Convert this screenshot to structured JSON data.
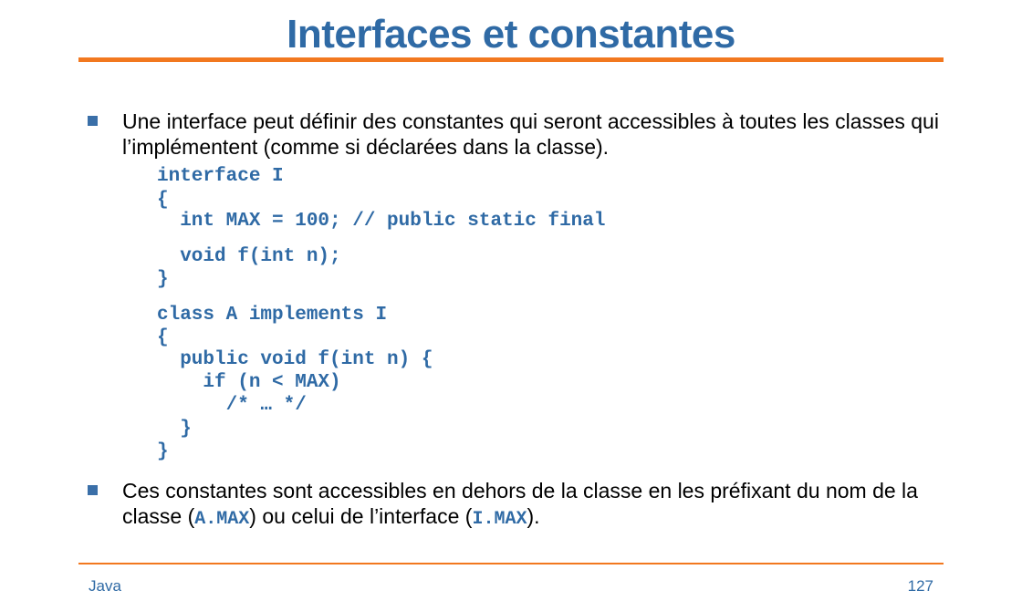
{
  "slide": {
    "title": "Interfaces et constantes",
    "bullet1": "Une interface peut définir des constantes qui seront accessibles à toutes les classes qui l’implémentent (comme si déclarées dans la classe).",
    "code": [
      "interface I",
      "{",
      "  int MAX = 100; // public static final",
      "  void f(int n);",
      "}",
      "class A implements I",
      "{",
      "  public void f(int n) {",
      "    if (n < MAX)",
      "      /* … */",
      "  }",
      "}"
    ],
    "bullet2": {
      "text_before": "Ces constantes sont accessibles en dehors de la classe en les préfixant du nom de la classe (",
      "code_a": "A.MAX",
      "text_middle": ") ou celui de l’interface (",
      "code_b": "I.MAX",
      "text_after": ")."
    }
  },
  "footer": {
    "left": "Java",
    "page_number": "127"
  },
  "colors": {
    "title": "#2f6aa5",
    "rule": "#f2781f",
    "code": "#2f6aa5",
    "bullet": "#3a6fa8"
  }
}
